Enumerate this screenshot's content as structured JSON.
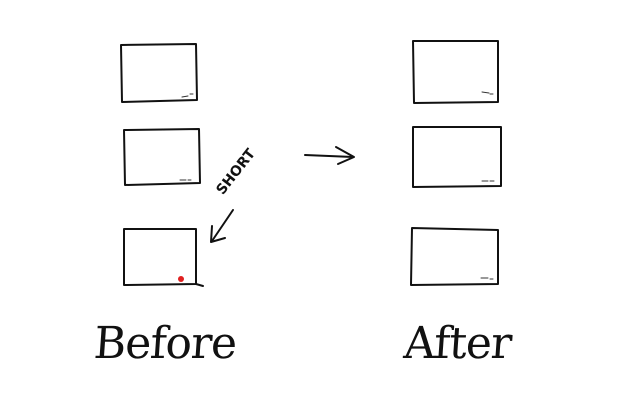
{
  "labels": {
    "before": "Before",
    "after": "After",
    "short": "SHORT"
  },
  "colors": {
    "ink": "#111111",
    "marker": "#e02020",
    "background": "#ffffff"
  }
}
